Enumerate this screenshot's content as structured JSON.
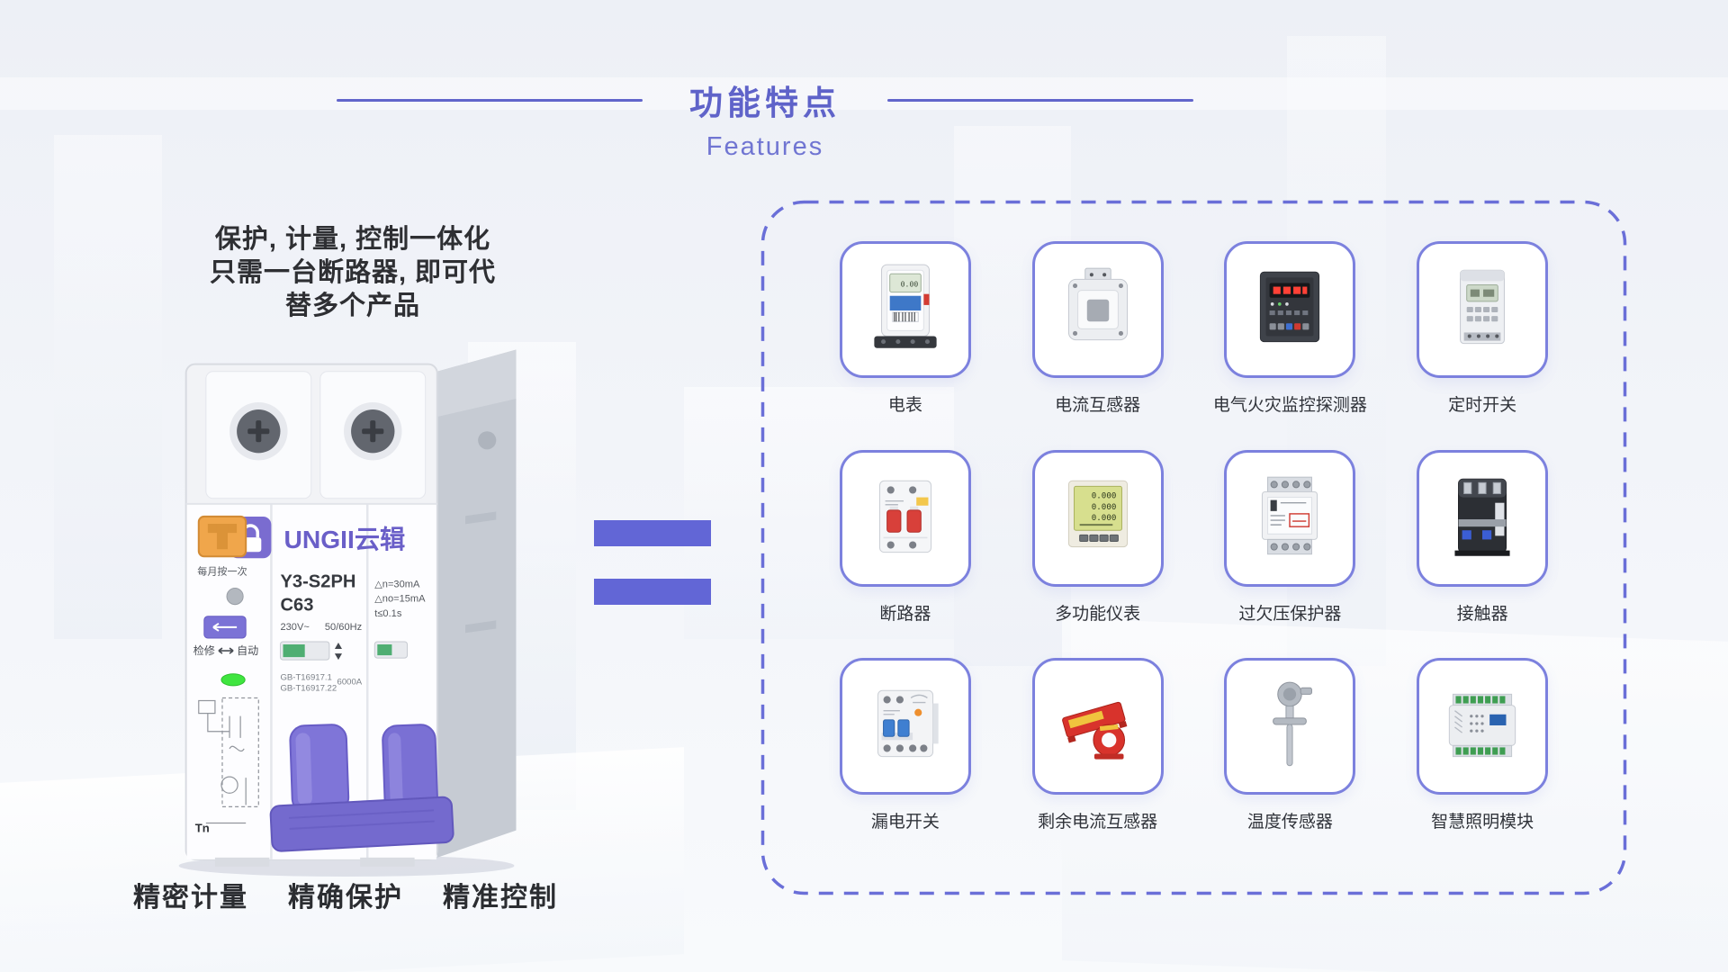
{
  "header": {
    "title": "功能特点",
    "subtitle": "Features"
  },
  "intro": {
    "line1": "保护, 计量, 控制一体化",
    "line2": "只需一台断路器, 即可代",
    "line3": "替多个产品"
  },
  "breaker": {
    "brand": "UNGII云辑",
    "model": "Y3-S2PH",
    "current_rating": "C63",
    "voltage": "230V~",
    "frequency": "50/60Hz",
    "test_note": "每月按一次",
    "mode_left": "检修",
    "mode_right": "自动",
    "spec_line1": "△n=30mA",
    "spec_line2": "△no=15mA",
    "spec_line3": "t≤0.1s",
    "standard_line1": "GB-T16917.1",
    "standard_line2": "GB-T16917.22",
    "breaking_capacity": "6000A",
    "t_label": "Tn"
  },
  "products": [
    {
      "label": "电表",
      "screen_value": "0.00"
    },
    {
      "label": "电流互感器"
    },
    {
      "label": "电气火灾监控探测器"
    },
    {
      "label": "定时开关"
    },
    {
      "label": "断路器"
    },
    {
      "label": "多功能仪表",
      "screen_value": "0.000"
    },
    {
      "label": "过欠压保护器"
    },
    {
      "label": "接触器"
    },
    {
      "label": "漏电开关"
    },
    {
      "label": "剩余电流互感器"
    },
    {
      "label": "温度传感器"
    },
    {
      "label": "智慧照明模块"
    }
  ],
  "footer": {
    "label1": "精密计量",
    "label2": "精确保护",
    "label3": "精准控制"
  },
  "colors": {
    "accent_purple": "#5f63c9",
    "equals_bar": "#6266d6",
    "card_border": "#7c81de",
    "dashed_border": "#6a6fd8",
    "text_dark": "#2b2d31"
  }
}
